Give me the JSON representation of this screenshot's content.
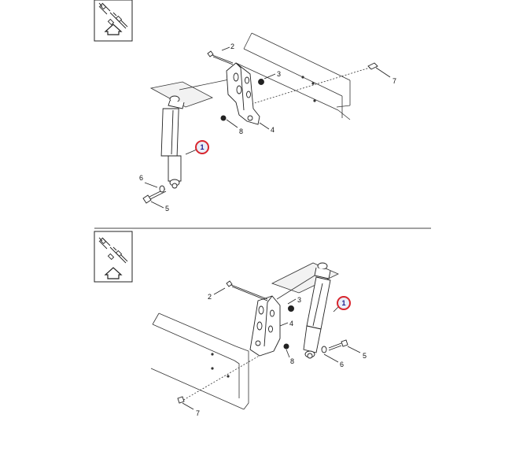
{
  "diagram": {
    "top_view": {
      "callouts": {
        "shock_absorber": "1",
        "bolt_upper": "2",
        "nut": "3",
        "bracket": "4",
        "bolt_lower": "5",
        "washer": "6",
        "frame_bolt": "7",
        "bracket_nut": "8"
      }
    },
    "bottom_view": {
      "callouts": {
        "shock_absorber": "1",
        "bolt_upper": "2",
        "nut": "3",
        "bracket": "4",
        "bolt_lower": "5",
        "washer": "6",
        "frame_bolt": "7",
        "bracket_nut": "8"
      }
    },
    "colors": {
      "line": "#222222",
      "callout_ring": "#d8262e",
      "callout_fill": "#e8eef8",
      "background": "#ffffff"
    },
    "icons": [
      "vehicle-orientation-icon",
      "arrow-up-icon"
    ]
  }
}
